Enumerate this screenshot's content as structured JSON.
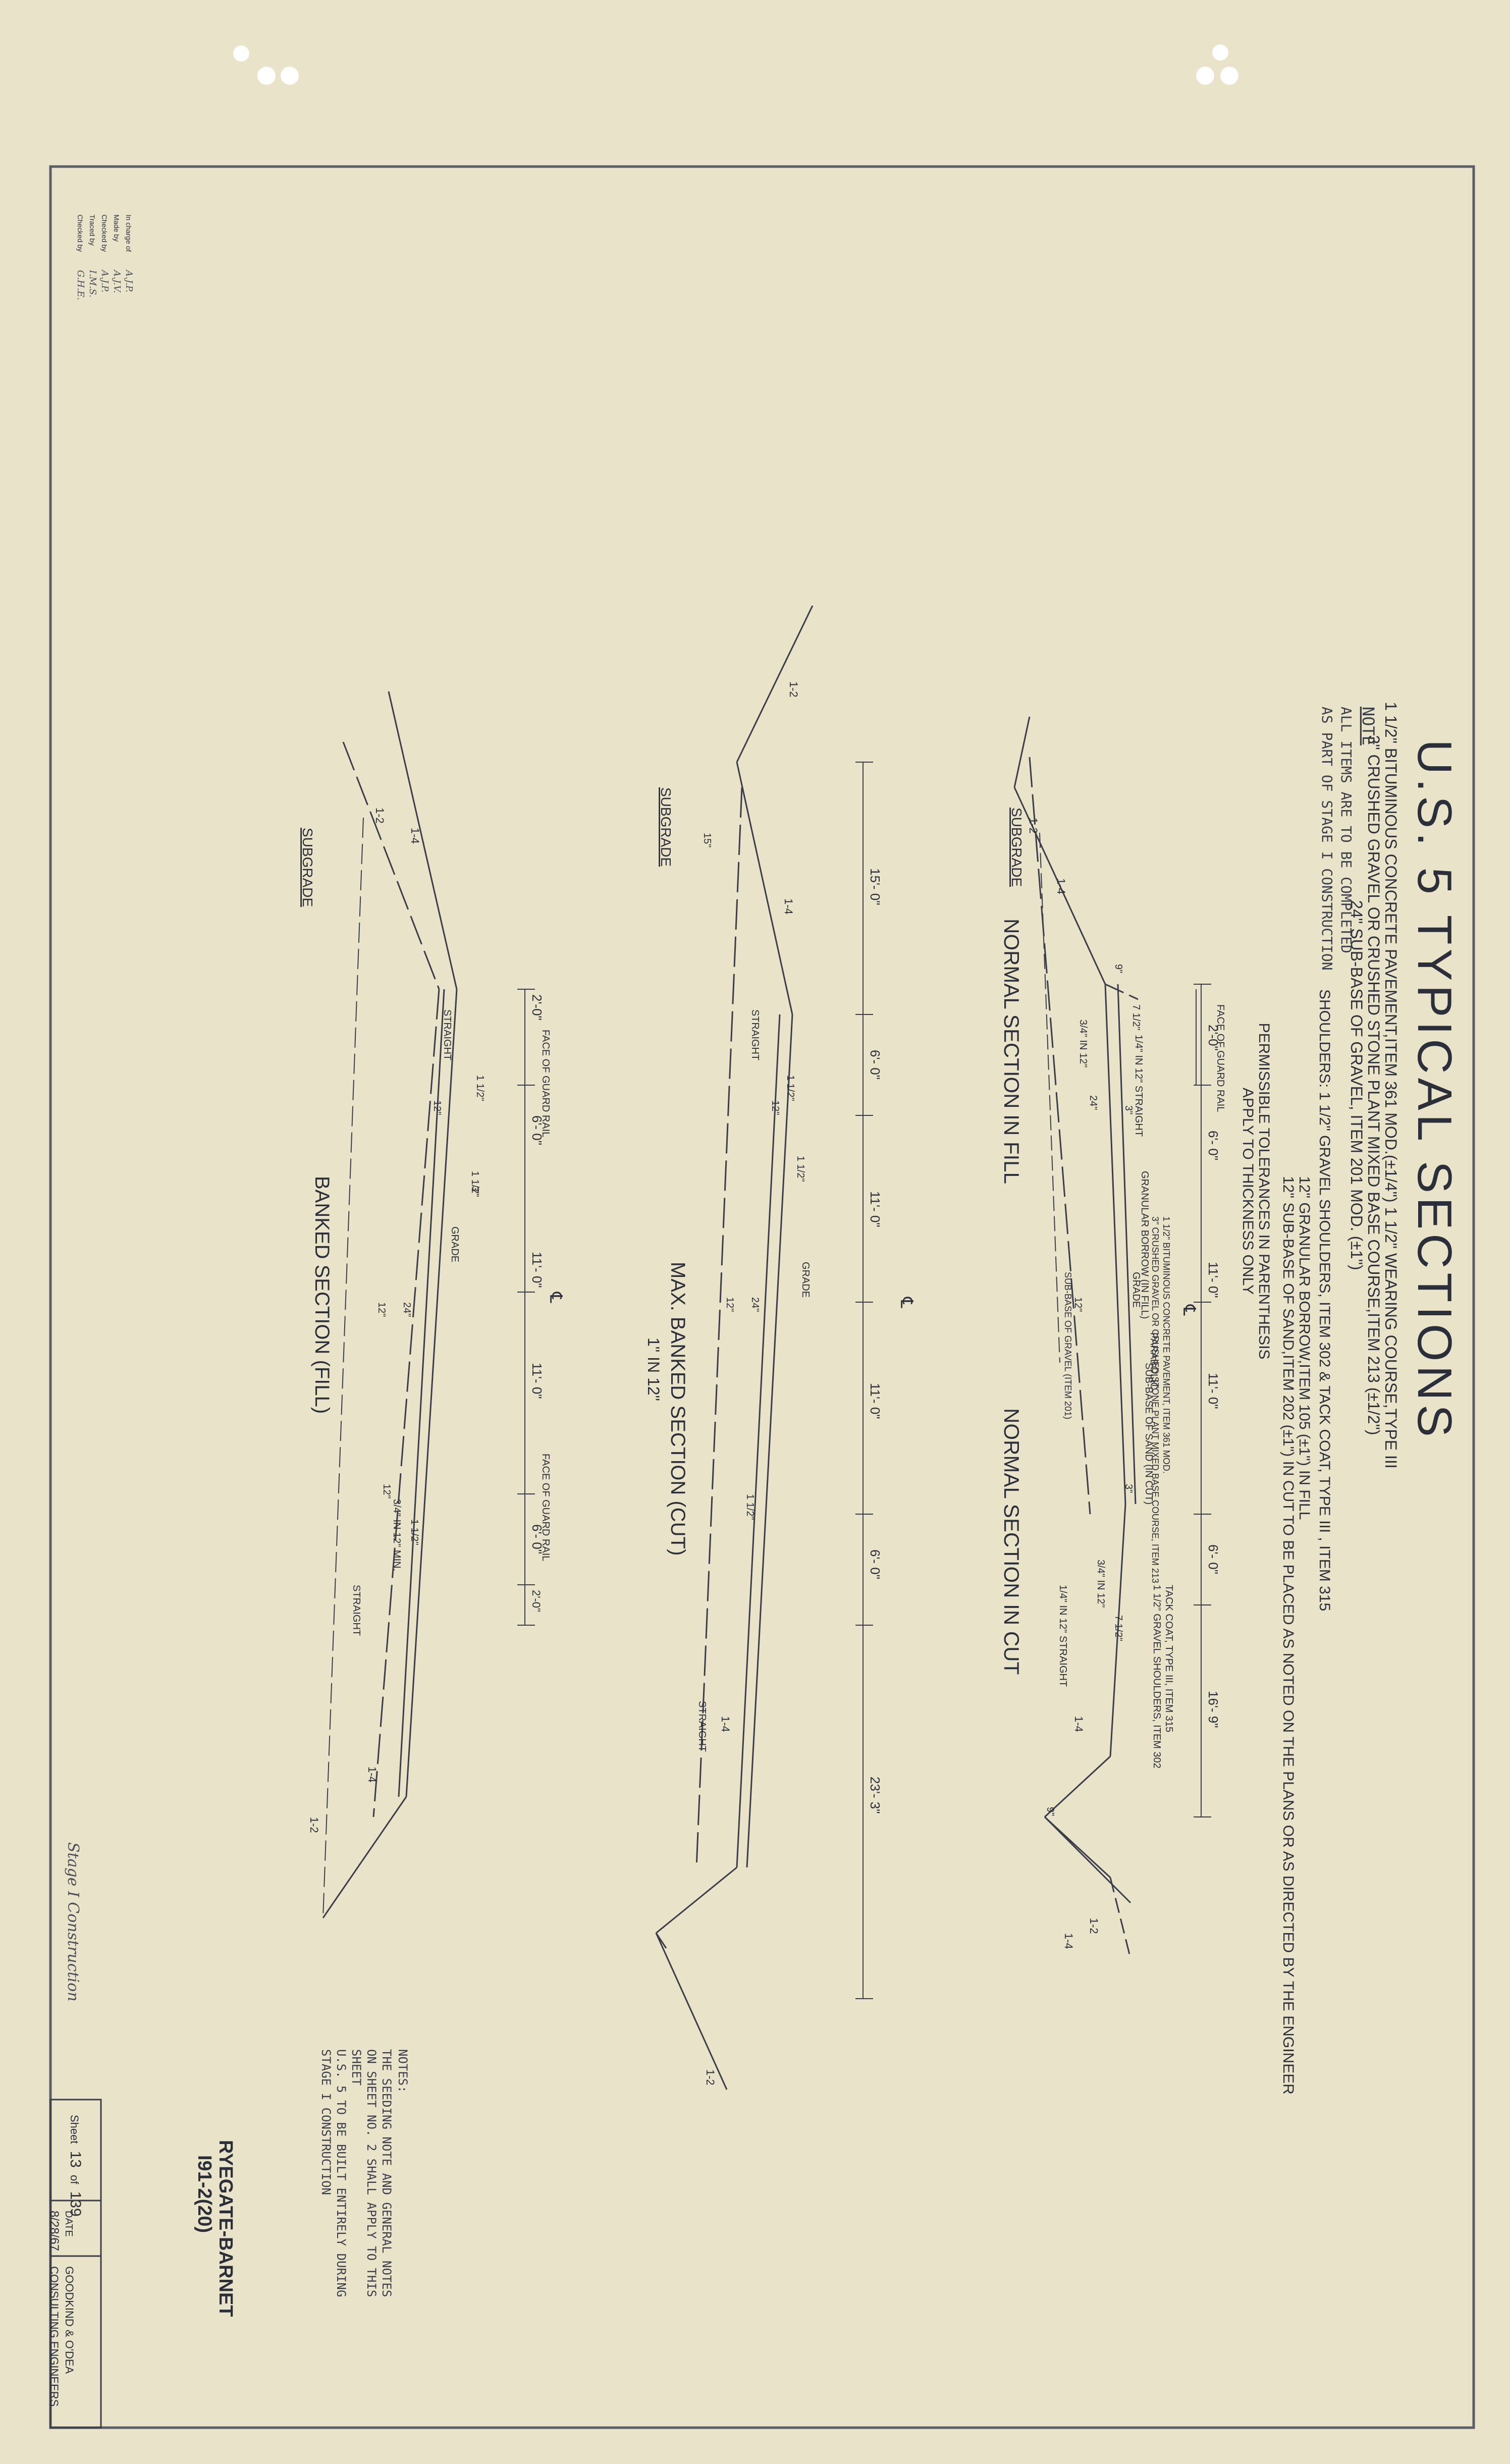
{
  "title": "U.S. 5 TYPICAL SECTIONS",
  "spec_lines": [
    "1 1/2\" BITUMINOUS CONCRETE PAVEMENT,ITEM 361 MOD.(±1/4\") 1 1/2\" WEARING COURSE,TYPE III",
    "3\" CRUSHED GRAVEL OR CRUSHED STONE PLANT MIXED BASE COURSE,ITEM 213 (±1/2\")",
    "24\" SUB-BASE OF GRAVEL, ITEM 201 MOD. (±1\")"
  ],
  "shoulders_line": "SHOULDERS:   1 1/2\" GRAVEL SHOULDERS, ITEM 302 & TACK COAT, TYPE III , ITEM 315",
  "granular_lines": [
    "12\" GRANULAR BORROW,ITEM 105 (±1\") IN FILL",
    "12\" SUB-BASE OF SAND,ITEM 202 (±1\") IN CUT TO BE PLACED AS NOTED ON THE PLANS OR AS DIRECTED BY THE ENGINEER"
  ],
  "tolerance_lines": [
    "PERMISSIBLE TOLERANCES IN PARENTHESIS",
    "APPLY TO THICKNESS ONLY"
  ],
  "top_note": {
    "heading": "NOTE",
    "lines": [
      "ALL ITEMS ARE TO BE COMPLETED",
      "AS PART OF STAGE I CONSTRUCTION"
    ]
  },
  "sections": {
    "normal_fill": "NORMAL SECTION IN FILL",
    "normal_cut": "NORMAL SECTION IN CUT",
    "max_banked": "MAX. BANKED SECTION (CUT)",
    "max_banked_sub": "1\" IN 12\"",
    "banked_fill": "BANKED SECTION (FILL)"
  },
  "labels": {
    "subgrade": "SUBGRADE",
    "straight": "STRAIGHT",
    "grade": "GRADE",
    "face_guard_rail": "FACE OF GUARD RAIL",
    "centerline": "℄",
    "parabolic": "PARABOLIC",
    "granular_borrow_fill": "GRANULAR BORROW (IN FILL)",
    "sub_base_sand_cut": "SUB-BASE OF SAND (IN CUT)",
    "sub_base_gravel": "SUB-BASE OF GRAVEL (ITEM 201)",
    "bit_conc": "1 1/2\" BITUMINOUS CONCRETE PAVEMENT, ITEM 361 MOD.",
    "crushed_gravel": "3\" CRUSHED GRAVEL OR CRUSHED STONE PLANT MIXED BASE COURSE, ITEM 213",
    "tack_coat": "TACK COAT, TYPE III, ITEM 315",
    "gravel_shoulders": "1 1/2\" GRAVEL SHOULDERS, ITEM 302",
    "quarter_in_12_straight": "1/4\" IN 12\" STRAIGHT",
    "three_quarter_in_12": "3/4\" IN 12\"",
    "three_quarter_in_12_min": "3/4\" IN 12\" MIN."
  },
  "dims": {
    "d2_0": "2'-0\"",
    "d6_0": "6'- 0\"",
    "d11_0": "11'- 0\"",
    "d16_9": "16'- 9\"",
    "d15_0": "15'- 0\"",
    "d23_3": "23'- 3\"",
    "slope_1_2": "1-2",
    "slope_1_4": "1-4",
    "t9": "9\"",
    "t7_5": "7 1/2\"",
    "t3": "3\"",
    "t12": "12\"",
    "t24": "24\"",
    "t1_5": "1 1/2\"",
    "t15": "15\""
  },
  "notes_right": {
    "heading": "NOTES:",
    "lines": [
      "THE SEEDING NOTE AND GENERAL NOTES",
      "ON SHEET NO. 2  SHALL APPLY TO THIS",
      "SHEET",
      "U.S. 5 TO BE BUILT ENTIRELY DURING",
      "STAGE I CONSTRUCTION"
    ]
  },
  "project": {
    "name": "RYEGATE-BARNET",
    "number": "I91-2(20)"
  },
  "stage_label": "Stage  I  Construction",
  "title_block": {
    "sheet_label": "Sheet",
    "sheet_no": "13",
    "of_label": "of",
    "total": "139",
    "date_label": "DATE",
    "date": "8/28/67",
    "firm_line1": "GOODKIND & O'DEA",
    "firm_line2": "CONSULTING ENGINEERS"
  },
  "signoffs": [
    {
      "role": "In charge of",
      "initials": "A.J.P."
    },
    {
      "role": "Made by",
      "initials": "A.J.V."
    },
    {
      "role": "Checked by",
      "initials": "A.J.P."
    },
    {
      "role": "Traced by",
      "initials": "I.M.S."
    },
    {
      "role": "Checked by",
      "initials": "G.H.E."
    }
  ]
}
